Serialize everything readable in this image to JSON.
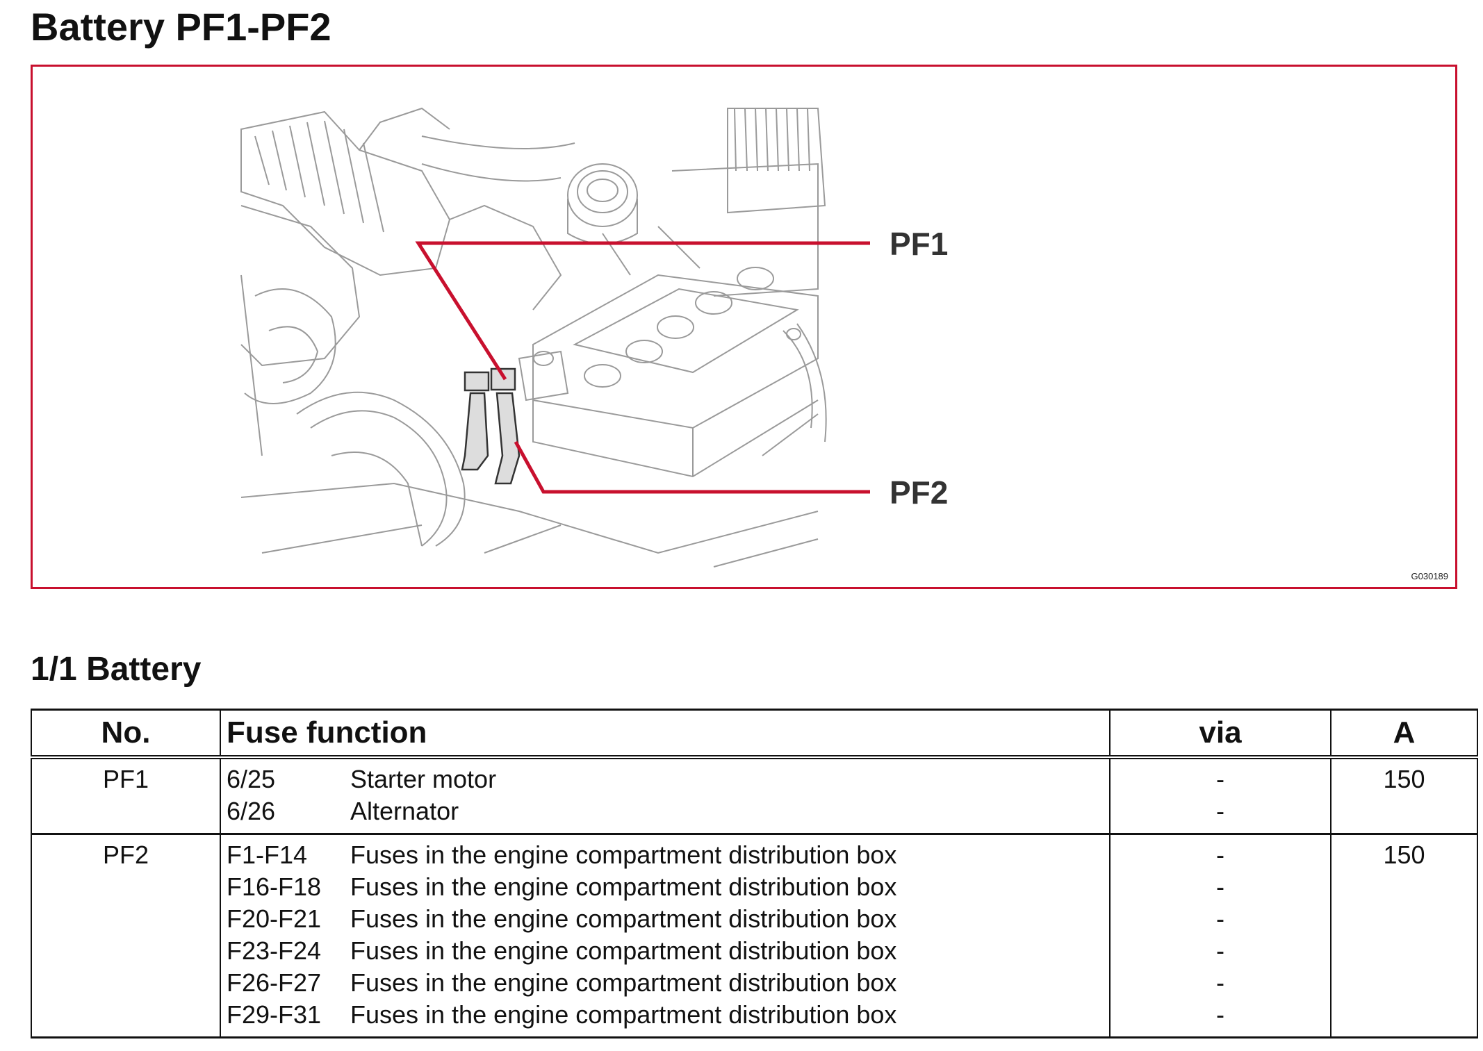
{
  "page_title": "Battery PF1-PF2",
  "figure": {
    "callouts": [
      "PF1",
      "PF2"
    ],
    "figure_id": "G030189",
    "accent_color": "#c8102e"
  },
  "section_title": "1/1 Battery",
  "table": {
    "headers": {
      "no": "No.",
      "function": "Fuse function",
      "via": "via",
      "amps": "A"
    },
    "rows": [
      {
        "no": "PF1",
        "amps": "150",
        "items": [
          {
            "code": "6/25",
            "desc": "Starter motor",
            "via": "-"
          },
          {
            "code": "6/26",
            "desc": "Alternator",
            "via": "-"
          }
        ]
      },
      {
        "no": "PF2",
        "amps": "150",
        "items": [
          {
            "code": "F1-F14",
            "desc": "Fuses in the engine compartment distribution box",
            "via": "-"
          },
          {
            "code": "F16-F18",
            "desc": "Fuses in the engine compartment distribution box",
            "via": "-"
          },
          {
            "code": "F20-F21",
            "desc": "Fuses in the engine compartment distribution box",
            "via": "-"
          },
          {
            "code": "F23-F24",
            "desc": "Fuses in the engine compartment distribution box",
            "via": "-"
          },
          {
            "code": "F26-F27",
            "desc": "Fuses in the engine compartment distribution box",
            "via": "-"
          },
          {
            "code": "F29-F31",
            "desc": "Fuses in the engine compartment distribution box",
            "via": "-"
          }
        ]
      }
    ]
  }
}
